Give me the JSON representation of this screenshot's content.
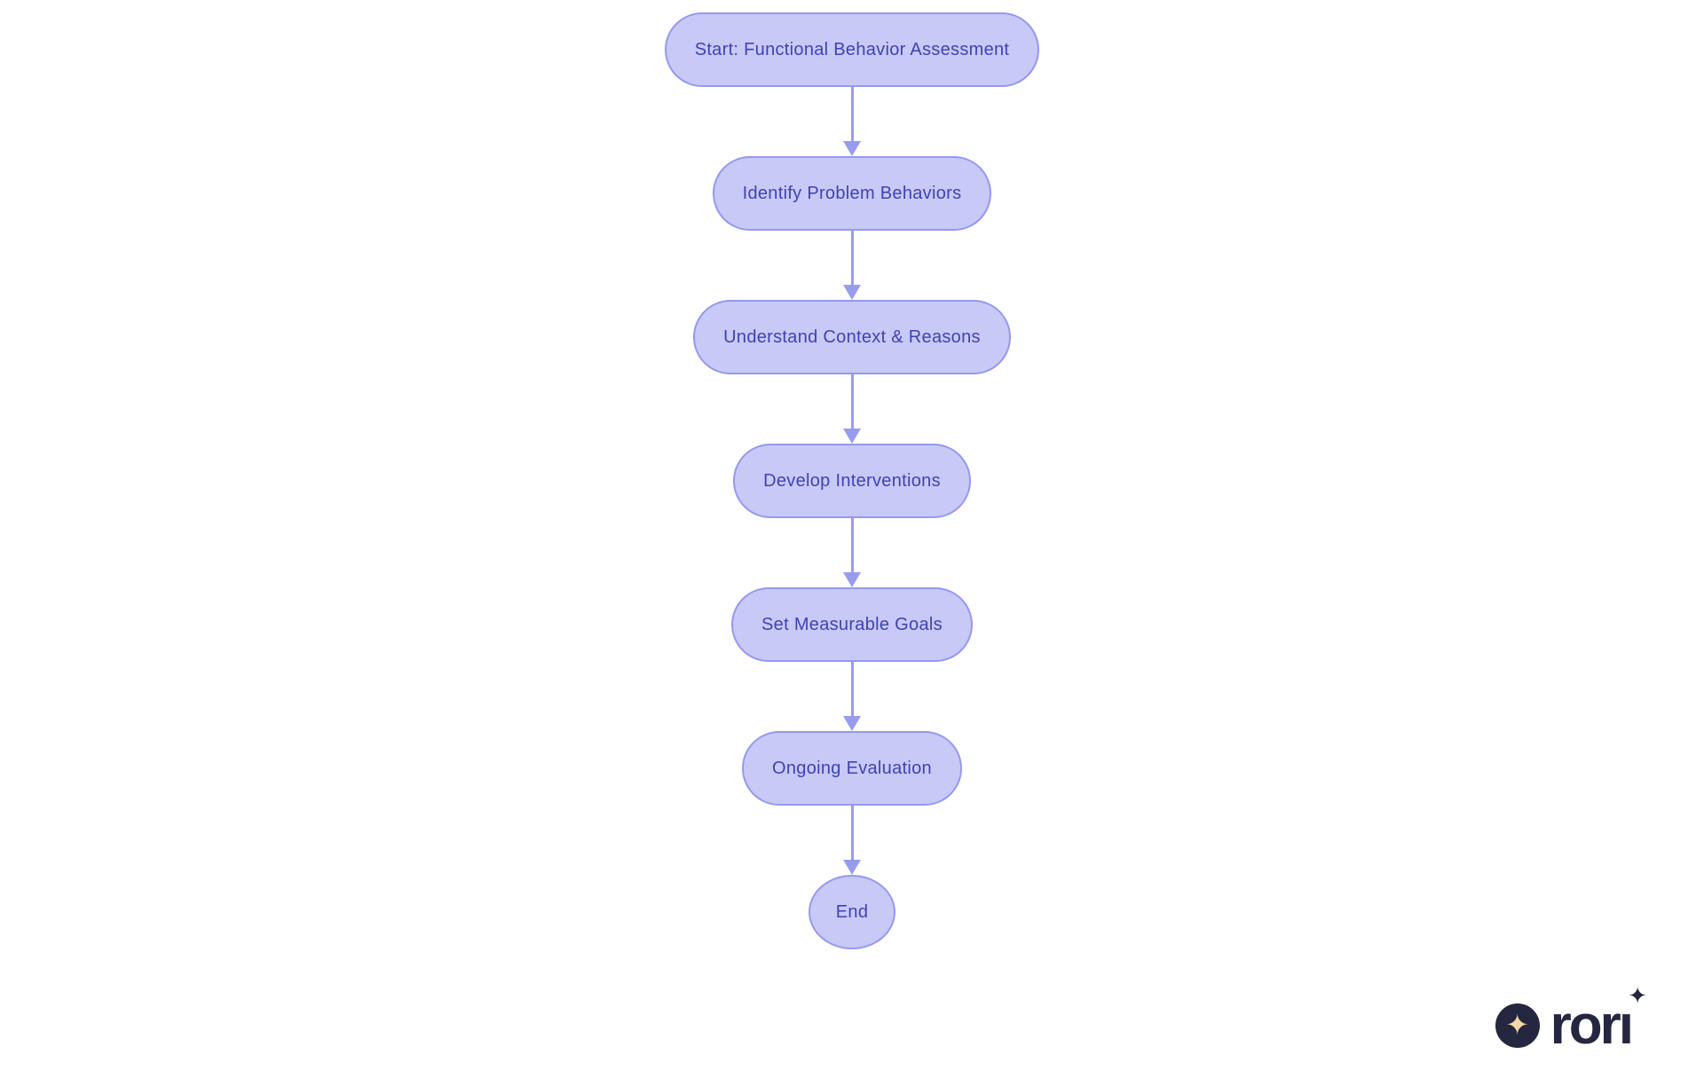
{
  "flowchart": {
    "type": "flowchart-vertical",
    "nodes": [
      {
        "id": "start",
        "label": "Start: Functional Behavior Assessment",
        "shape": "stadium"
      },
      {
        "id": "identify",
        "label": "Identify Problem Behaviors",
        "shape": "stadium"
      },
      {
        "id": "context",
        "label": "Understand Context & Reasons",
        "shape": "stadium"
      },
      {
        "id": "develop",
        "label": "Develop Interventions",
        "shape": "stadium"
      },
      {
        "id": "goals",
        "label": "Set Measurable Goals",
        "shape": "stadium"
      },
      {
        "id": "evaluate",
        "label": "Ongoing Evaluation",
        "shape": "stadium"
      },
      {
        "id": "end",
        "label": "End",
        "shape": "circle"
      }
    ],
    "edges": [
      {
        "from": "start",
        "to": "identify"
      },
      {
        "from": "identify",
        "to": "context"
      },
      {
        "from": "context",
        "to": "develop"
      },
      {
        "from": "develop",
        "to": "goals"
      },
      {
        "from": "goals",
        "to": "evaluate"
      },
      {
        "from": "evaluate",
        "to": "end"
      }
    ]
  },
  "colors": {
    "node-fill": "#c9c9f8",
    "node-border": "#9499f0",
    "node-text": "#3d43b5",
    "arrow": "#979cf1",
    "logo-navy": "#252640",
    "logo-cream": "#f6d9a2",
    "page-bg": "#ffffff"
  },
  "logo": {
    "brand": "rorı",
    "sparkle": "✦"
  }
}
